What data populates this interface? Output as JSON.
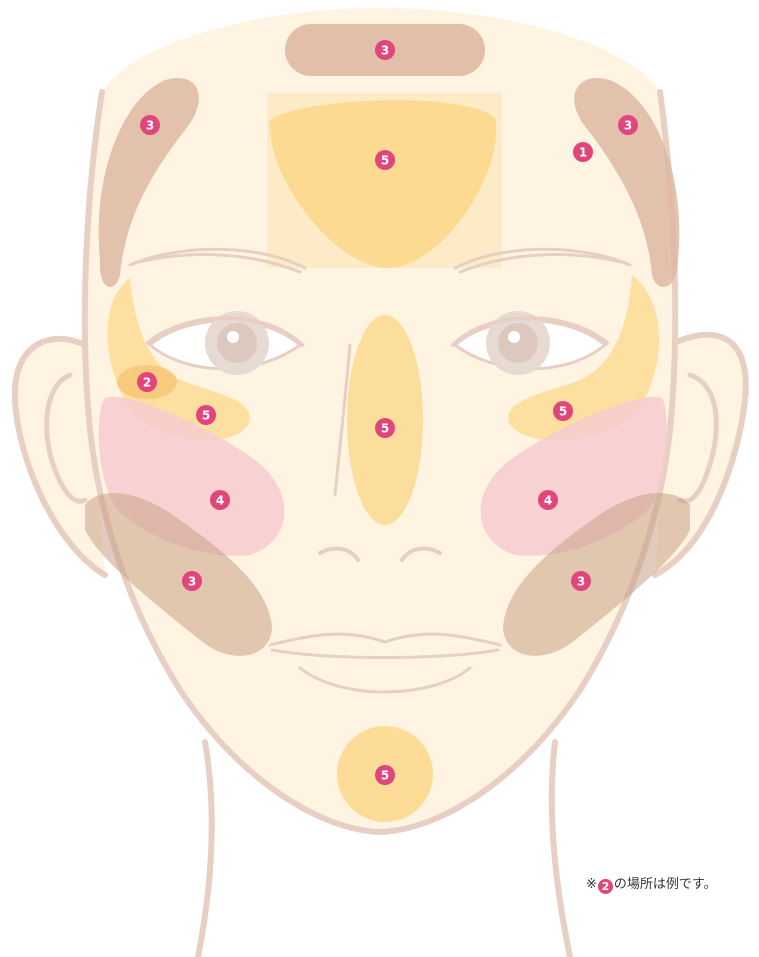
{
  "colors": {
    "skin": "#fff4e1",
    "outline": "#e8cfc3",
    "zone1": "#fff4e1",
    "zone2": "#f6c87a",
    "zone3": "#deb9a3",
    "zone4": "#f7cbd0",
    "zone5": "#fcd98f",
    "badge": "#e0457b"
  },
  "zones": [
    {
      "id": "z3-forehead-top",
      "label": "3"
    },
    {
      "id": "z3-temple-left",
      "label": "3"
    },
    {
      "id": "z3-temple-right",
      "label": "3"
    },
    {
      "id": "z1-forehead",
      "label": "1"
    },
    {
      "id": "z5-forehead",
      "label": "5"
    },
    {
      "id": "z2-eye-corner",
      "label": "2"
    },
    {
      "id": "z5-under-eye-left",
      "label": "5"
    },
    {
      "id": "z5-under-eye-right",
      "label": "5"
    },
    {
      "id": "z5-nose",
      "label": "5"
    },
    {
      "id": "z4-cheek-left",
      "label": "4"
    },
    {
      "id": "z4-cheek-right",
      "label": "4"
    },
    {
      "id": "z3-jaw-left",
      "label": "3"
    },
    {
      "id": "z3-jaw-right",
      "label": "3"
    },
    {
      "id": "z5-chin",
      "label": "5"
    }
  ],
  "footnote": {
    "prefix": "※",
    "number": "2",
    "suffix": "の場所は例です。"
  }
}
